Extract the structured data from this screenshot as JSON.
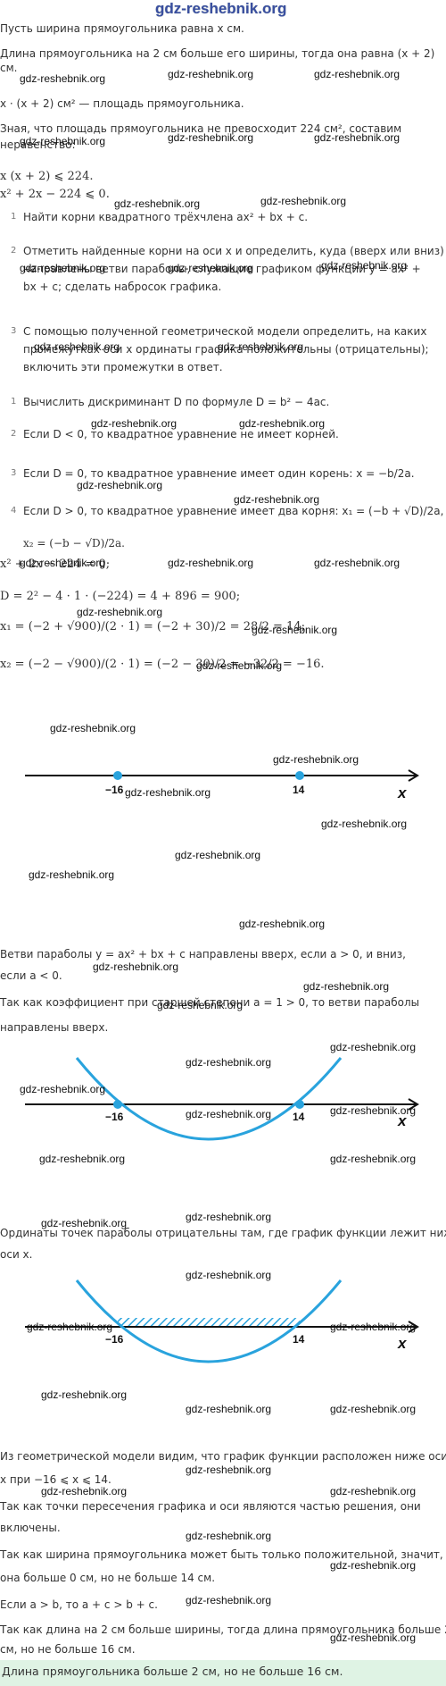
{
  "header": {
    "site": "gdz-reshebnik.org"
  },
  "watermark": "gdz-reshebnik.org",
  "text": {
    "l1": "Пусть ширина прямоугольника равна x см.",
    "l2": "Длина прямоугольника на 2 см больше его ширины, тогда она равна (x + 2)",
    "l3": "см.",
    "l4": "x · (x + 2) см² — площадь прямоугольника.",
    "l5": "Зная, что площадь прямоугольника не превосходит 224 см², составим",
    "l6": "неравенство:",
    "l7": "x (x + 2) ⩽ 224.",
    "l8": "x² + 2x − 224 ⩽ 0.",
    "s1n": "1",
    "s1": "Найти корни квадратного трёхчлена ax² + bx + c.",
    "s2n": "2",
    "s2a": "Отметить найденные корни на оси x и определить, куда (вверх или вниз)",
    "s2b": "направлены ветви параболы, служащие графиком функции y = ax² +",
    "s2c": "bx + c; сделать набросок графика.",
    "s3n": "3",
    "s3a": "С помощью полученной геометрической модели определить, на каких",
    "s3b": "промежутках оси x ординаты графика положительны (отрицательны);",
    "s3c": "включить эти промежутки в ответ.",
    "d1n": "1",
    "d1": "Вычислить дискриминант D по формуле D = b² − 4ac.",
    "d2n": "2",
    "d2": "Если D < 0, то квадратное уравнение не имеет корней.",
    "d3n": "3",
    "d3": "Если D = 0, то квадратное уравнение имеет один корень: x = −b/2a.",
    "d4n": "4",
    "d4a": "Если D > 0, то квадратное уравнение имеет два корня: x₁ = (−b + √D)/2a,",
    "d4b": "x₂ = (−b − √D)/2a.",
    "e1": "x² + 2x − 224 = 0;",
    "e2": "D = 2² − 4 · 1 · (−224) = 4 + 896 = 900;",
    "e3": "x₁ = (−2 + √900)/(2 · 1) = (−2 + 30)/2 = 28/2 = 14;",
    "e4": "x₂ = (−2 − √900)/(2 · 1) = (−2 − 30)/2 = −32/2 = −16.",
    "t1": "Ветви параболы y = ax² + bx + c направлены вверх, если a > 0, и вниз,",
    "t2": "если a < 0.",
    "t3": "Так как коэффициент при старшей степени a = 1 > 0, то ветви параболы",
    "t4": "направлены вверх.",
    "t5": "Ординаты точек параболы отрицательны там, где график функции лежит ниже",
    "t6": "оси x.",
    "t7": "Из геометрической модели видим, что график функции расположен ниже оси",
    "t8": "x при −16 ⩽ x ⩽ 14.",
    "t9": "Так как точки пересечения графика и оси являются частью решения, они",
    "t10": "включены.",
    "t11": "Так как ширина прямоугольника может быть только положительной, значит,",
    "t12": "она больше 0 см, но не больше 14 см.",
    "t13": "Если a > b, то a + c > b + c.",
    "t14": "Так как длина на 2 см больше ширины, тогда длина прямоугольника больше 2",
    "t15": "см, но не больше 16 см.",
    "answer": "Длина прямоугольника больше 2 см, но не больше 16 см."
  },
  "graph": {
    "root1": "−16",
    "root2": "14",
    "axis": "x"
  },
  "colors": {
    "parabola": "#29a3dd",
    "axis": "#111111",
    "answer_bg": "#dff3e4"
  }
}
